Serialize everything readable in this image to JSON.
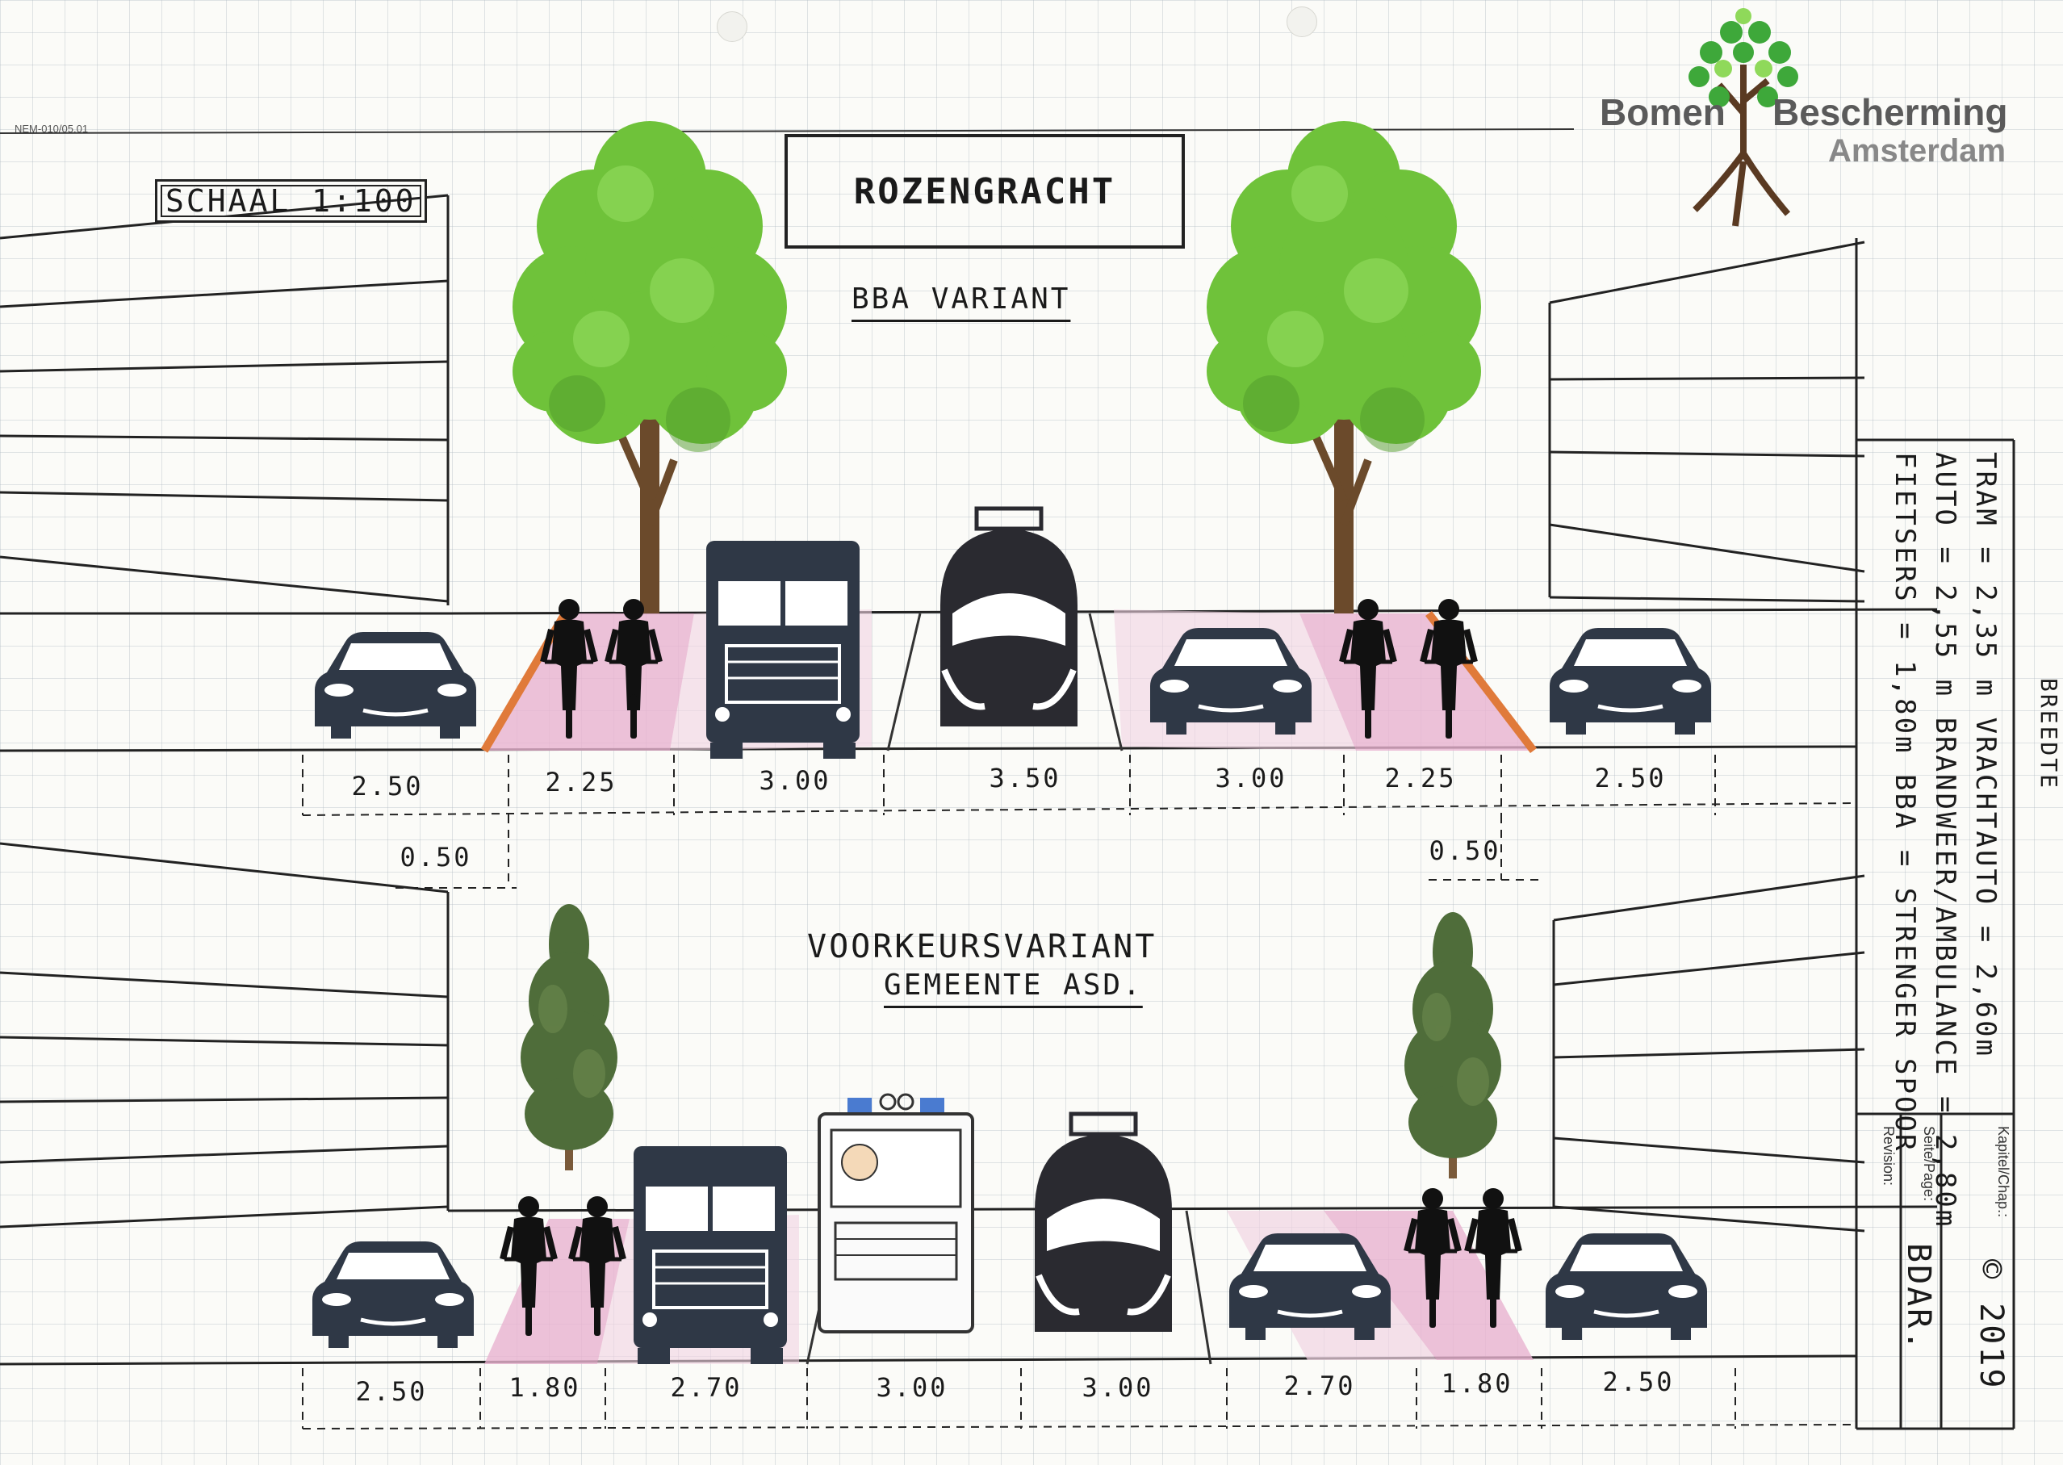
{
  "header": {
    "doc_id": "NEM-010/05.01",
    "scale": "SCHAAL 1:100",
    "title": "ROZENGRACHT"
  },
  "logo": {
    "line1": "Bomen",
    "line2": "Bescherming",
    "line3": "Amsterdam"
  },
  "top_section": {
    "label": "BBA VARIANT",
    "widths": [
      "2.50",
      "2.25",
      "3.00",
      "3.50",
      "3.00",
      "2.25",
      "2.50"
    ],
    "offsets": [
      "0.50",
      "0.50"
    ]
  },
  "bottom_section": {
    "label_line1": "VOORKEURSVARIANT",
    "label_line2": "GEMEENTE ASD.",
    "widths": [
      "2.50",
      "1.80",
      "2.70",
      "3.00",
      "3.00",
      "2.70",
      "1.80",
      "2.50"
    ]
  },
  "legend": {
    "heading": "BREEDTE",
    "line1": "TRAM = 2,35 m   VRACHTAUTO = 2,60m",
    "line2": "AUTO = 2,55 m   BRANDWEER/AMBULANCE = 2,80m",
    "line3": "FIETSERS = 1,80m BBA = STRENGER SPOOR"
  },
  "footer": {
    "chapter_label": "Kapitel/Chap.:",
    "chapter_value": "© 2019",
    "page_label": "Seite/Page:",
    "page_value": "BDAR.",
    "revision_label": "Revision:"
  },
  "colors": {
    "tree_green": "#6fc23a",
    "vehicle": "#2f3846",
    "bike_lane": "#e8b3cf",
    "curb": "#e07a3a"
  }
}
